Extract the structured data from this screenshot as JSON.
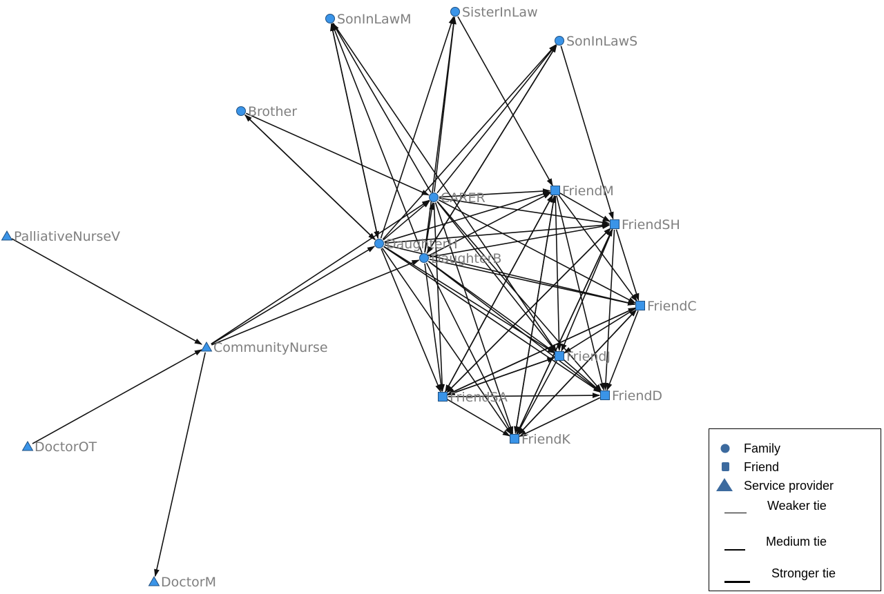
{
  "nodes": [
    {
      "id": "SonInLawM",
      "label": "SonInLawM",
      "group": "family"
    },
    {
      "id": "SisterInLaw",
      "label": "SisterInLaw",
      "group": "family"
    },
    {
      "id": "SonInLawS",
      "label": "SonInLawS",
      "group": "family"
    },
    {
      "id": "Brother",
      "label": "Brother",
      "group": "family"
    },
    {
      "id": "CARER",
      "label": "CARER",
      "group": "family"
    },
    {
      "id": "DaughterH",
      "label": "DaughterH",
      "group": "family"
    },
    {
      "id": "DaughterB",
      "label": "DaughterB",
      "group": "family"
    },
    {
      "id": "FriendM",
      "label": "FriendM",
      "group": "friend"
    },
    {
      "id": "FriendSH",
      "label": "FriendSH",
      "group": "friend"
    },
    {
      "id": "FriendC",
      "label": "FriendC",
      "group": "friend"
    },
    {
      "id": "FriendJ",
      "label": "FriendJ",
      "group": "friend"
    },
    {
      "id": "FriendD",
      "label": "FriendD",
      "group": "friend"
    },
    {
      "id": "FriendSA",
      "label": "FriendSA",
      "group": "friend"
    },
    {
      "id": "FriendK",
      "label": "FriendK",
      "group": "friend"
    },
    {
      "id": "PalliativeNurseV",
      "label": "PalliativeNurseV",
      "group": "service"
    },
    {
      "id": "CommunityNurse",
      "label": "CommunityNurse",
      "group": "service"
    },
    {
      "id": "DoctorOT",
      "label": "DoctorOT",
      "group": "service"
    },
    {
      "id": "DoctorM",
      "label": "DoctorM",
      "group": "service"
    }
  ],
  "edges": [
    [
      "PalliativeNurseV",
      "CommunityNurse"
    ],
    [
      "DoctorOT",
      "CommunityNurse"
    ],
    [
      "CommunityNurse",
      "DoctorM"
    ],
    [
      "CommunityNurse",
      "DaughterH"
    ],
    [
      "CommunityNurse",
      "DaughterB"
    ],
    [
      "CommunityNurse",
      "CARER"
    ],
    [
      "Brother",
      "CARER"
    ],
    [
      "Brother",
      "DaughterH"
    ],
    [
      "DaughterH",
      "Brother"
    ],
    [
      "CARER",
      "FriendM"
    ],
    [
      "CARER",
      "FriendSH"
    ],
    [
      "CARER",
      "FriendC"
    ],
    [
      "CARER",
      "FriendJ"
    ],
    [
      "CARER",
      "FriendD"
    ],
    [
      "CARER",
      "FriendSA"
    ],
    [
      "CARER",
      "FriendK"
    ],
    [
      "CARER",
      "SonInLawM"
    ],
    [
      "CARER",
      "SisterInLaw"
    ],
    [
      "CARER",
      "SonInLawS"
    ],
    [
      "DaughterH",
      "CARER"
    ],
    [
      "DaughterH",
      "SonInLawM"
    ],
    [
      "DaughterH",
      "SisterInLaw"
    ],
    [
      "DaughterH",
      "SonInLawS"
    ],
    [
      "DaughterH",
      "FriendM"
    ],
    [
      "DaughterH",
      "FriendSH"
    ],
    [
      "DaughterH",
      "FriendC"
    ],
    [
      "DaughterH",
      "FriendJ"
    ],
    [
      "DaughterH",
      "FriendD"
    ],
    [
      "DaughterH",
      "FriendSA"
    ],
    [
      "DaughterH",
      "FriendK"
    ],
    [
      "DaughterB",
      "CARER"
    ],
    [
      "DaughterB",
      "SonInLawM"
    ],
    [
      "DaughterB",
      "SisterInLaw"
    ],
    [
      "DaughterB",
      "SonInLawS"
    ],
    [
      "DaughterB",
      "FriendM"
    ],
    [
      "DaughterB",
      "FriendSH"
    ],
    [
      "DaughterB",
      "FriendC"
    ],
    [
      "DaughterB",
      "FriendJ"
    ],
    [
      "DaughterB",
      "FriendD"
    ],
    [
      "DaughterB",
      "FriendSA"
    ],
    [
      "DaughterB",
      "FriendK"
    ],
    [
      "SonInLawM",
      "FriendJ"
    ],
    [
      "SonInLawM",
      "DaughterH"
    ],
    [
      "SisterInLaw",
      "FriendM"
    ],
    [
      "SonInLawS",
      "FriendSH"
    ],
    [
      "SonInLawS",
      "DaughterB"
    ],
    [
      "FriendM",
      "FriendSH"
    ],
    [
      "FriendM",
      "FriendC"
    ],
    [
      "FriendM",
      "FriendJ"
    ],
    [
      "FriendM",
      "FriendD"
    ],
    [
      "FriendM",
      "FriendSA"
    ],
    [
      "FriendM",
      "FriendK"
    ],
    [
      "FriendSH",
      "FriendC"
    ],
    [
      "FriendSH",
      "FriendJ"
    ],
    [
      "FriendSH",
      "FriendD"
    ],
    [
      "FriendSH",
      "FriendSA"
    ],
    [
      "FriendSH",
      "FriendK"
    ],
    [
      "FriendC",
      "FriendJ"
    ],
    [
      "FriendC",
      "FriendD"
    ],
    [
      "FriendC",
      "FriendSA"
    ],
    [
      "FriendC",
      "FriendK"
    ],
    [
      "FriendJ",
      "FriendD"
    ],
    [
      "FriendJ",
      "FriendSA"
    ],
    [
      "FriendJ",
      "FriendK"
    ],
    [
      "FriendSA",
      "FriendD"
    ],
    [
      "FriendSA",
      "FriendK"
    ],
    [
      "FriendSA",
      "FriendM"
    ],
    [
      "FriendSA",
      "FriendSH"
    ],
    [
      "FriendK",
      "FriendM"
    ],
    [
      "FriendK",
      "FriendSH"
    ],
    [
      "FriendK",
      "FriendC"
    ],
    [
      "FriendD",
      "FriendK"
    ],
    [
      "FriendSA",
      "FriendC"
    ],
    [
      "FriendSA",
      "FriendJ"
    ]
  ],
  "legend": {
    "family": "Family",
    "friend": "Friend",
    "service": "Service provider",
    "weaker": "Weaker tie",
    "medium": "Medium tie",
    "stronger": "Stronger tie"
  },
  "colors": {
    "node_fill": "#3a94e8",
    "node_stroke": "#1f4f80",
    "edge": "#111111",
    "label": "#7f7f7f",
    "legend_symbol": "#3c6a9e"
  }
}
